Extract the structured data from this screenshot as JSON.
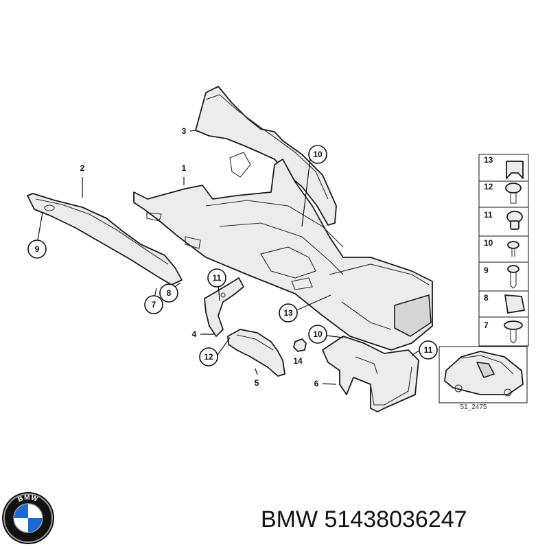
{
  "callouts": [
    {
      "id": "c1",
      "text": "1",
      "circled": false
    },
    {
      "id": "c2",
      "text": "2",
      "circled": false
    },
    {
      "id": "c3",
      "text": "3",
      "circled": false
    },
    {
      "id": "c4",
      "text": "4",
      "circled": false
    },
    {
      "id": "c5",
      "text": "5",
      "circled": false
    },
    {
      "id": "c6",
      "text": "6",
      "circled": false
    },
    {
      "id": "c7",
      "text": "7",
      "circled": true
    },
    {
      "id": "c8",
      "text": "8",
      "circled": true
    },
    {
      "id": "c9",
      "text": "9",
      "circled": true
    },
    {
      "id": "c10a",
      "text": "10",
      "circled": true
    },
    {
      "id": "c10b",
      "text": "10",
      "circled": true
    },
    {
      "id": "c11a",
      "text": "11",
      "circled": true
    },
    {
      "id": "c11b",
      "text": "11",
      "circled": true
    },
    {
      "id": "c12",
      "text": "12",
      "circled": true
    },
    {
      "id": "c13",
      "text": "13",
      "circled": true
    },
    {
      "id": "c14",
      "text": "14",
      "circled": false
    }
  ],
  "legend": [
    "13",
    "12",
    "11",
    "10",
    "9",
    "8",
    "7"
  ],
  "reference_code": "51_2475",
  "footer": {
    "brand": "BMW",
    "part_number": "51438036247",
    "logo": {
      "name": "bmw-roundel-icon",
      "letters": "BMW",
      "colors": {
        "blue": "#1c69d4",
        "white": "#ffffff",
        "ring": "#111111",
        "chrome": "#9a9a9a"
      }
    }
  }
}
